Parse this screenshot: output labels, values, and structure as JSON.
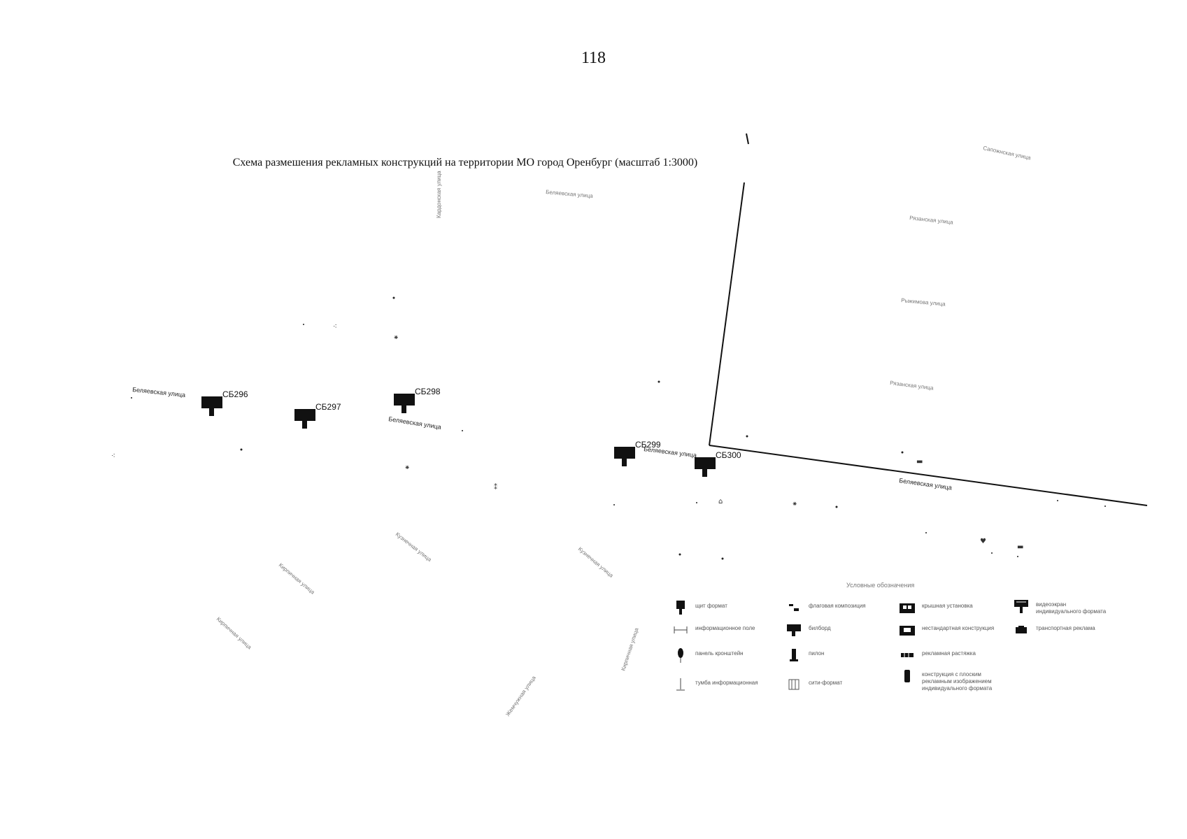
{
  "page": {
    "number": "118"
  },
  "map": {
    "title": "Схема размешения рекламных конструкций на территории МО город Оренбург (масштаб 1:3000)",
    "streets": [
      {
        "id": "s1",
        "label": "Беляевская улица",
        "dark": true
      },
      {
        "id": "s2",
        "label": "Беляевская улица",
        "dark": true
      },
      {
        "id": "s3",
        "label": "Беляевская улица",
        "dark": true
      },
      {
        "id": "s4",
        "label": "Беляевская улица",
        "dark": true
      },
      {
        "id": "s5",
        "label": "Беляевская улица",
        "dark": false
      },
      {
        "id": "s6",
        "label": "Кардонская улица",
        "dark": false
      },
      {
        "id": "s7",
        "label": "Сапожнская улица",
        "dark": false
      },
      {
        "id": "s8",
        "label": "Рязанская улица",
        "dark": false
      },
      {
        "id": "s9",
        "label": "Рязанская улица",
        "dark": false
      },
      {
        "id": "s10",
        "label": "Рыжимова улица",
        "dark": false
      },
      {
        "id": "s11",
        "label": "Кузнечная улица",
        "dark": false
      },
      {
        "id": "s12",
        "label": "Кузнечная улица",
        "dark": false
      },
      {
        "id": "s13",
        "label": "Кирпичная улица",
        "dark": false
      },
      {
        "id": "s14",
        "label": "Кирпичная улица",
        "dark": false
      },
      {
        "id": "s15",
        "label": "Кирпичная улица",
        "dark": false
      },
      {
        "id": "s16",
        "label": "Жемчужная улица",
        "dark": false
      }
    ],
    "billboards": [
      {
        "code": "СБ296"
      },
      {
        "code": "СБ297"
      },
      {
        "code": "СБ298"
      },
      {
        "code": "СБ299"
      },
      {
        "code": "СБ300"
      }
    ]
  },
  "legend": {
    "title": "Условные обозначения",
    "items": [
      {
        "icon": "billboard-small-icon",
        "label": "щит формат"
      },
      {
        "icon": "flag-composition-icon",
        "label": "флаговая композиция"
      },
      {
        "icon": "roof-installation-icon",
        "label": "крышная установка"
      },
      {
        "icon": "video-screen-icon",
        "label": "видеоэкран\nиндивидуального формата"
      },
      {
        "icon": "info-field-icon",
        "label": "информационное поле"
      },
      {
        "icon": "billboard-icon",
        "label": "билборд"
      },
      {
        "icon": "non-standard-icon",
        "label": "нестандартная конструкция"
      },
      {
        "icon": "transport-advert-icon",
        "label": "транспортная реклама"
      },
      {
        "icon": "bracket-panel-icon",
        "label": "панель кронштейн"
      },
      {
        "icon": "pylon-icon",
        "label": "пилон"
      },
      {
        "icon": "advert-stretch-icon",
        "label": "рекламная растяжка"
      },
      {
        "icon": "pillar-icon",
        "label": "тумба информационная"
      },
      {
        "icon": "city-format-icon",
        "label": "сити-формат"
      },
      {
        "icon": "individual-format-icon",
        "label": "конструкция с плоским\nрекламным изображением\nиндивидуального формата"
      }
    ]
  }
}
